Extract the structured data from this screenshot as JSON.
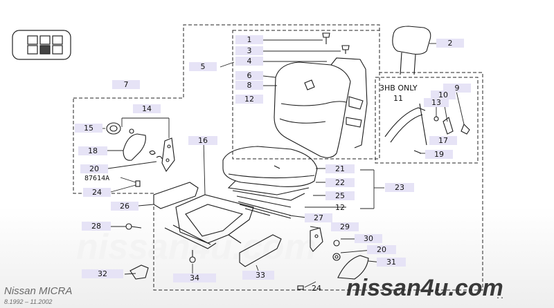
{
  "diagram": {
    "model": "Nissan MICRA",
    "period": "8.1992 – 11.2002",
    "variant_note": "3HB ONLY",
    "watermark_center": "nissan4u.com",
    "watermark_corner": "nissan4u.com",
    "corner_code": "..",
    "part_code": "87614A",
    "label_fill": "#e6e3f6",
    "callouts": {
      "c1": "1",
      "c2": "2",
      "c3": "3",
      "c4": "4",
      "c5": "5",
      "c6": "6",
      "c7": "7",
      "c8": "8",
      "c9": "9",
      "c10": "10",
      "c11": "11",
      "c12a": "12",
      "c12b": "12",
      "c13": "13",
      "c14": "14",
      "c15": "15",
      "c16": "16",
      "c17": "17",
      "c18": "18",
      "c19": "19",
      "c20a": "20",
      "c20b": "20",
      "c21": "21",
      "c22": "22",
      "c23": "23",
      "c24a": "24",
      "c24b": "24",
      "c25": "25",
      "c26": "26",
      "c27": "27",
      "c28": "28",
      "c29": "29",
      "c30": "30",
      "c31": "31",
      "c32": "32",
      "c33": "33",
      "c34": "34"
    }
  }
}
